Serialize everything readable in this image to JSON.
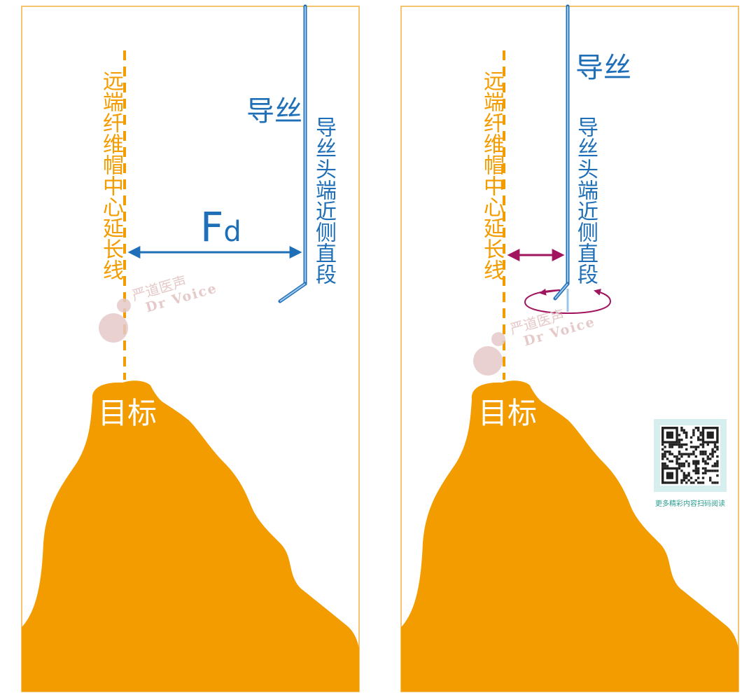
{
  "colors": {
    "orange": "#f39c00",
    "frame": "#f0b040",
    "blue": "#1f6fb8",
    "light_blue": "#9cc6ea",
    "magenta": "#a0155e",
    "teal": "#2a9d8f",
    "watermark": "#e6c9c9"
  },
  "left_panel": {
    "centerline_label": "远端纤维帽中心延长线",
    "wire_label": "导丝",
    "segment_label": "导丝头端近侧直段",
    "distance_label_main": "F",
    "distance_label_sub": "d",
    "target_label": "目标",
    "watermark_cn": "严道医声",
    "watermark_en": "Dr Voice"
  },
  "right_panel": {
    "centerline_label": "远端纤维帽中心延长线",
    "wire_label": "导丝",
    "segment_label": "导丝头端近侧直段",
    "target_label": "目标",
    "watermark_cn": "严道医声",
    "watermark_en": "Dr Voice",
    "qr_caption": "更多精彩内容扫码阅读",
    "rotation_icon": "rotation-arrow-icon"
  }
}
